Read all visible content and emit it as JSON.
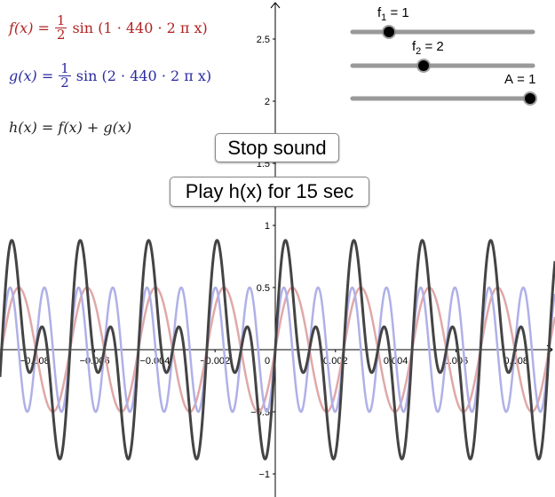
{
  "formulas": {
    "f": {
      "name": "f(x)",
      "text_lhs": "f(x) =",
      "frac_num": "1",
      "frac_den": "2",
      "body": "sin (1 · 440 · 2 π x)",
      "color": "#b22222"
    },
    "g": {
      "name": "g(x)",
      "text_lhs": "g(x) =",
      "frac_num": "1",
      "frac_den": "2",
      "body": "sin (2 · 440 · 2 π x)",
      "color": "#2a2aa0"
    },
    "h": {
      "name": "h(x)",
      "text": "h(x) = f(x) + g(x)",
      "color": "#222222"
    }
  },
  "buttons": {
    "stop": "Stop sound",
    "play": "Play h(x) for 15 sec"
  },
  "sliders": [
    {
      "label_main": "f",
      "label_sub": "1",
      "label_rest": " = 1",
      "value": 1
    },
    {
      "label_main": "f",
      "label_sub": "2",
      "label_rest": " = 2",
      "value": 2
    },
    {
      "label_main": "A",
      "label_sub": "",
      "label_rest": " = 1",
      "value": 1
    }
  ],
  "chart_data": {
    "type": "line",
    "title": "",
    "xlabel": "",
    "ylabel": "",
    "xlim": [
      -0.00915,
      0.00925
    ],
    "ylim": [
      -1.18,
      2.8
    ],
    "x_ticks": [
      "-0.008",
      "-0.006",
      "-0.004",
      "-0.002",
      "0",
      "0.002",
      "0.004",
      "0.006",
      "0.008"
    ],
    "y_ticks": [
      "-1",
      "-0.5",
      "0.5",
      "1",
      "1.5",
      "2",
      "2.5"
    ],
    "grid": false,
    "series": [
      {
        "name": "f(x)",
        "expression": "0.5*sin(1*440*2*pi*x)",
        "amplitude": 0.5,
        "frequency_hz": 440,
        "color": "#e0a8a8"
      },
      {
        "name": "g(x)",
        "expression": "0.5*sin(2*440*2*pi*x)",
        "amplitude": 0.5,
        "frequency_hz": 880,
        "color": "#b0b0e8"
      },
      {
        "name": "h(x)",
        "expression": "f(x)+g(x)",
        "max": 0.88,
        "min": -0.88,
        "color": "#444444"
      }
    ]
  }
}
